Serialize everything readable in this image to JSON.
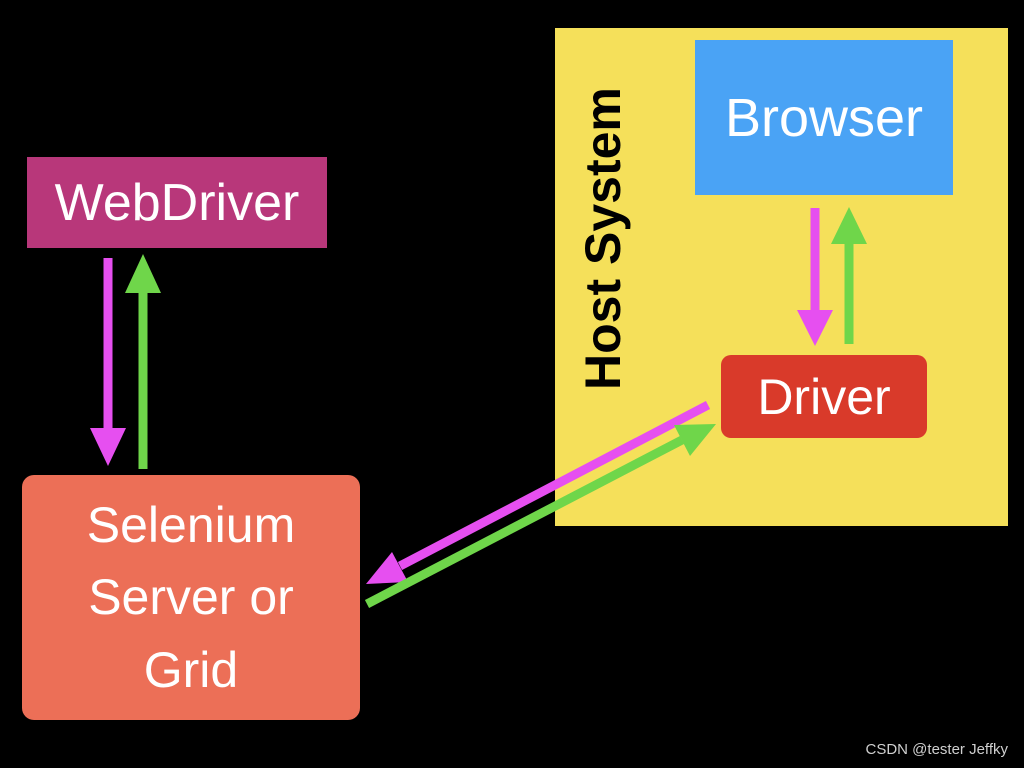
{
  "colors": {
    "background": "#000000",
    "host_system": "#f5e05a",
    "browser": "#4aa3f5",
    "webdriver": "#b8377a",
    "driver": "#d93a2a",
    "selenium": "#ec6f57",
    "request_arrow": "#e64ff0",
    "response_arrow": "#6fd64a"
  },
  "host_system": {
    "label": "Host System"
  },
  "browser": {
    "label": "Browser"
  },
  "webdriver": {
    "label": "WebDriver"
  },
  "driver": {
    "label": "Driver"
  },
  "selenium": {
    "lines": [
      "Selenium",
      "Server or",
      "Grid"
    ]
  },
  "watermark": "CSDN @tester Jeffky"
}
